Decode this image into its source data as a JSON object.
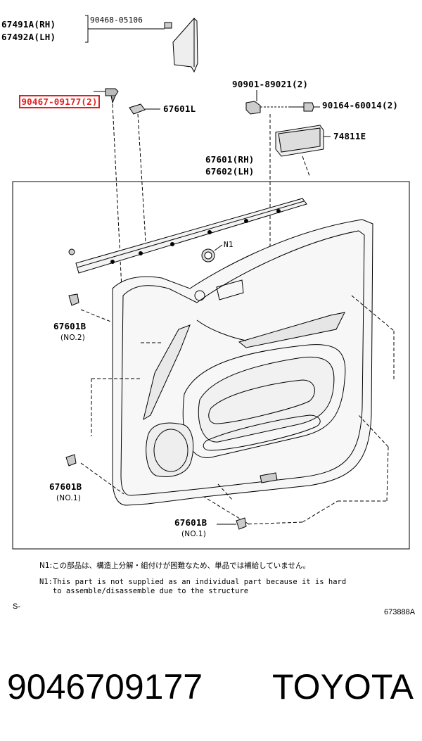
{
  "labels": {
    "p67491a": "67491A(RH)",
    "p67492a": "67492A(LH)",
    "p90468": "90468-05106",
    "p90467": "90467-09177(2)",
    "p67601l": "67601L",
    "p90901": "90901-89021(2)",
    "p90164": "90164-60014(2)",
    "p74811e": "74811E",
    "p67601rh": "67601(RH)",
    "p67602lh": "67602(LH)",
    "n1": "N1",
    "p67601b_a": "67601B",
    "p67601b_a_sub": "(NO.2)",
    "p67601b_b": "67601B",
    "p67601b_b_sub": "(NO.1)",
    "p67601b_c": "67601B",
    "p67601b_c_sub": "(NO.1)"
  },
  "notes": {
    "jp": "N1:この部品は、構造上分解・組付けが困難なため、単品では補給していません。",
    "en_line1": "N1:This part is not supplied as an individual part because it is hard",
    "en_line2": "   to assemble/disassemble due to the structure"
  },
  "footer": {
    "left_mark": "S-",
    "diagram_code": "673888A"
  },
  "caption": {
    "part_number": "9046709177",
    "brand": "TOYOTA"
  },
  "colors": {
    "highlight": "#e02020",
    "ink": "#000000"
  }
}
